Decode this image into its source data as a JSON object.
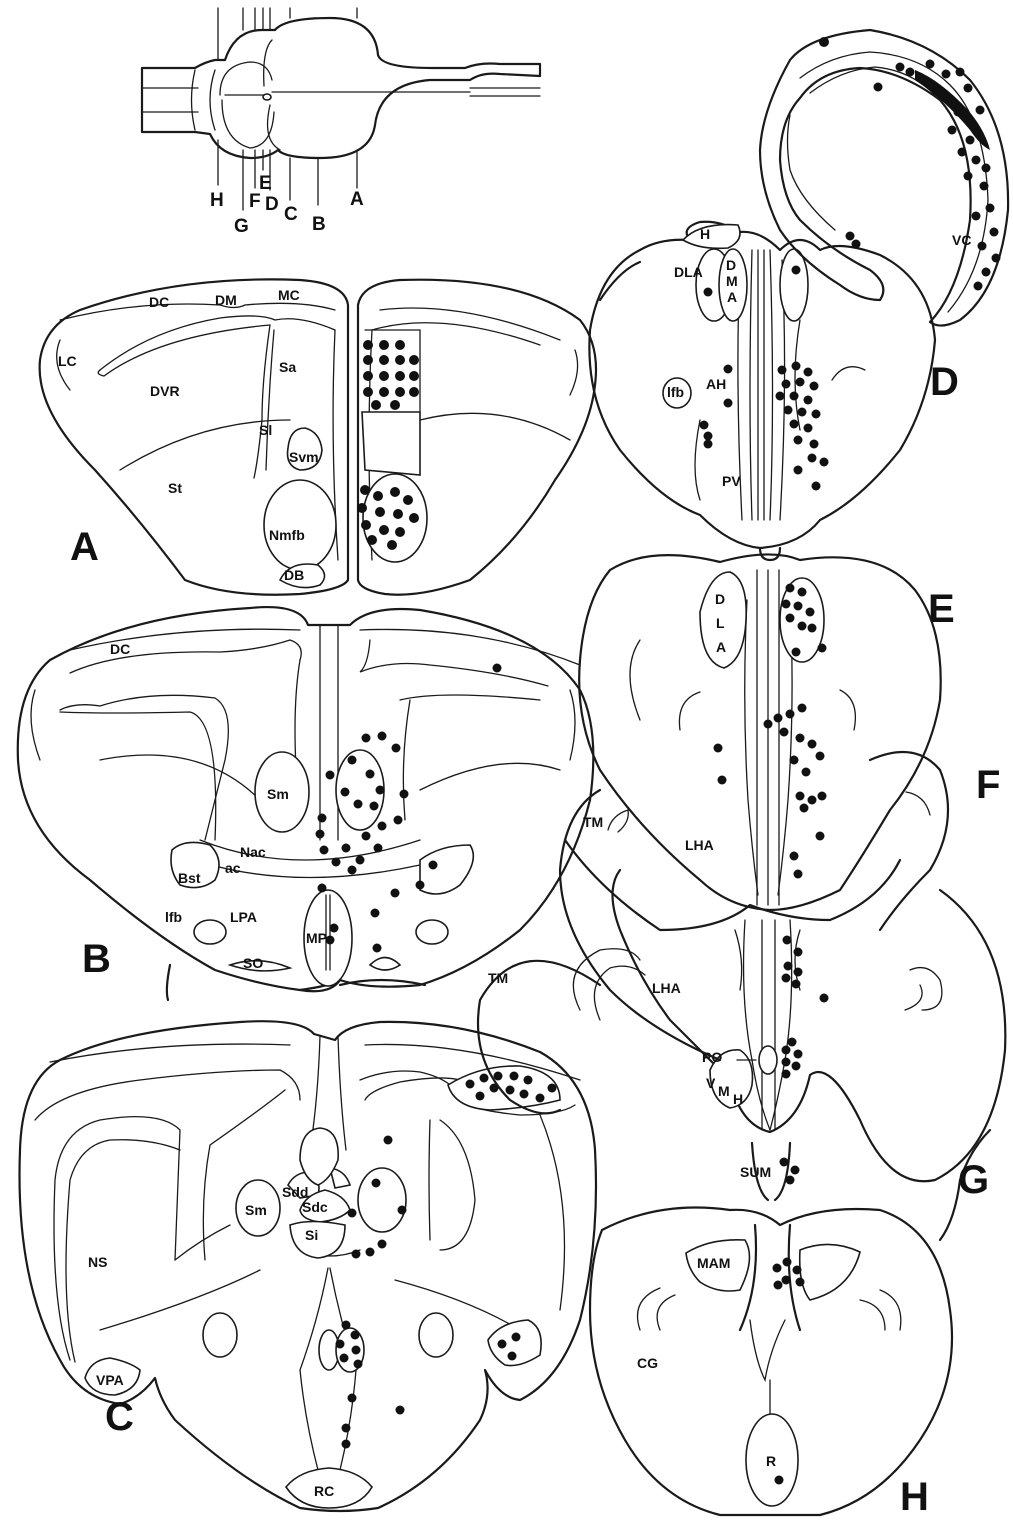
{
  "diagram": {
    "key": {
      "section_markers": [
        "H",
        "G",
        "F",
        "E",
        "D",
        "C",
        "B",
        "A"
      ]
    },
    "sections": [
      {
        "id": "A",
        "letter": "A",
        "labels": [
          "DC",
          "DM",
          "MC",
          "LC",
          "DVR",
          "Sa",
          "Sl",
          "Svm",
          "St",
          "Nmfb",
          "DB"
        ]
      },
      {
        "id": "B",
        "letter": "B",
        "labels": [
          "DC",
          "Sm",
          "Nac",
          "Bst",
          "ac",
          "lfb",
          "LPA",
          "MP",
          "SO"
        ]
      },
      {
        "id": "C",
        "letter": "C",
        "labels": [
          "Sm",
          "Sdd",
          "Sdc",
          "Si",
          "NS",
          "VPA",
          "RC"
        ]
      },
      {
        "id": "D",
        "letter": "D",
        "labels": [
          "H",
          "DLA",
          "D",
          "M",
          "A",
          "lfb",
          "AH",
          "PV",
          "VC"
        ]
      },
      {
        "id": "E",
        "letter": "E",
        "labels": [
          "D",
          "L",
          "A"
        ]
      },
      {
        "id": "F",
        "letter": "F",
        "labels": [
          "TM",
          "LHA"
        ]
      },
      {
        "id": "G",
        "letter": "G",
        "labels": [
          "TM",
          "LHA",
          "PO",
          "V",
          "M",
          "H"
        ]
      },
      {
        "id": "H",
        "letter": "H",
        "labels": [
          "SUM",
          "MAM",
          "CG",
          "R"
        ]
      }
    ],
    "colors": {
      "outline": "#1a1a1a",
      "labelled_cells": "#111111",
      "background": "#ffffff"
    }
  }
}
